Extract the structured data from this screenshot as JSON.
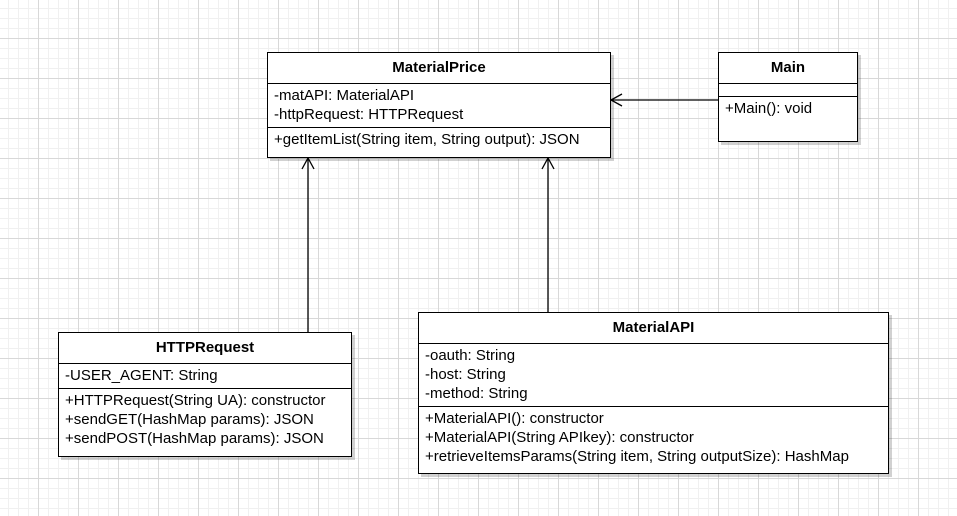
{
  "diagram": {
    "classes": {
      "material_price": {
        "name": "MaterialPrice",
        "attributes": [
          "-matAPI: MaterialAPI",
          "-httpRequest: HTTPRequest"
        ],
        "operations": [
          "+getItemList(String item, String output): JSON"
        ]
      },
      "main": {
        "name": "Main",
        "attributes": [],
        "operations": [
          "+Main(): void"
        ]
      },
      "http_request": {
        "name": "HTTPRequest",
        "attributes": [
          "-USER_AGENT: String"
        ],
        "operations": [
          "+HTTPRequest(String UA): constructor",
          "+sendGET(HashMap params): JSON",
          "+sendPOST(HashMap params): JSON"
        ]
      },
      "material_api": {
        "name": "MaterialAPI",
        "attributes": [
          "-oauth: String",
          "-host: String",
          "-method: String"
        ],
        "operations": [
          "+MaterialAPI(): constructor",
          "+MaterialAPI(String APIkey): constructor",
          "+retrieveItemsParams(String item, String outputSize): HashMap"
        ]
      }
    },
    "relations": [
      {
        "from": "Main",
        "to": "MaterialPrice",
        "arrow": "open"
      },
      {
        "from": "HTTPRequest",
        "to": "MaterialPrice",
        "arrow": "open"
      },
      {
        "from": "MaterialAPI",
        "to": "MaterialPrice",
        "arrow": "open"
      }
    ]
  }
}
